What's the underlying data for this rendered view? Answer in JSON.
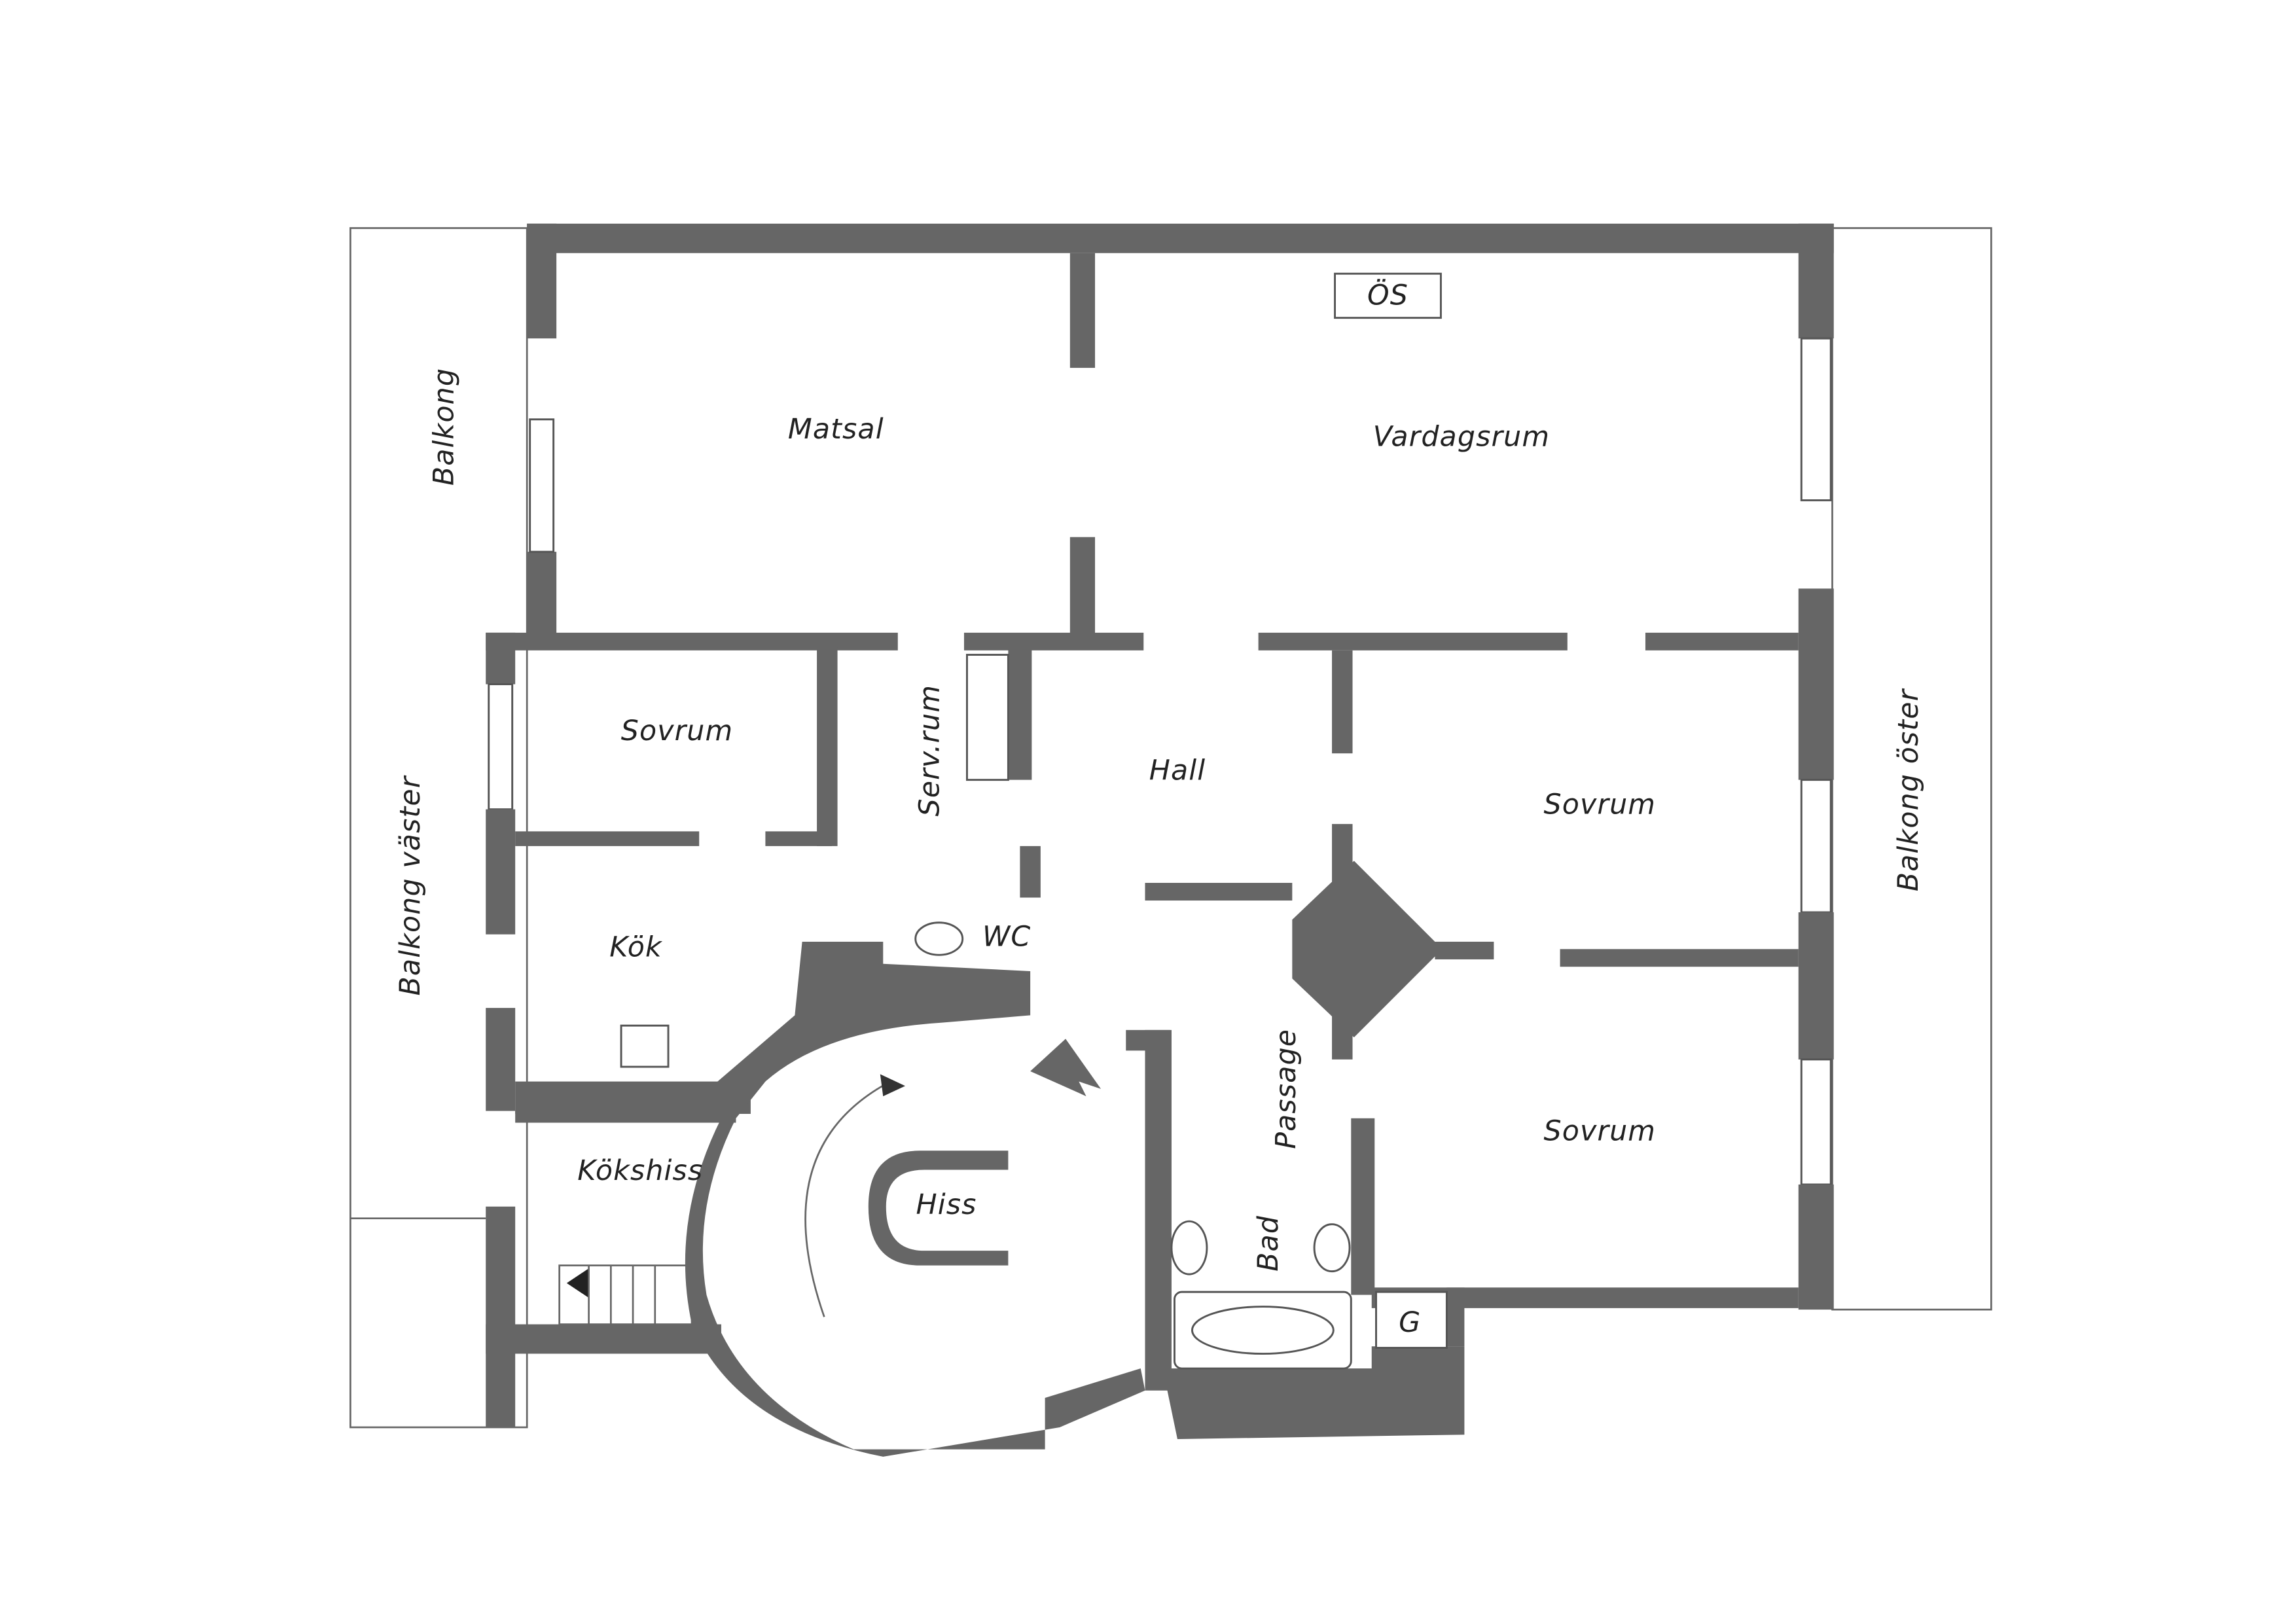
{
  "colors": {
    "wall": "#666666",
    "background": "#ffffff",
    "text": "#222222"
  },
  "labels": {
    "balkong": "Balkong",
    "matsal": "Matsal",
    "vardagsrum": "Vardagsrum",
    "os": "ÖS",
    "sovrum_west": "Sovrum",
    "serv_rum": "Serv.rum",
    "hall": "Hall",
    "sovrum_east": "Sovrum",
    "balkong_oster": "Balkong öster",
    "balkong_vaster": "Balkong väster",
    "kok": "Kök",
    "wc": "WC",
    "passage": "Passage",
    "sovrum_south": "Sovrum",
    "kokshiss": "Kökshiss",
    "hiss": "Hiss",
    "bad": "Bad",
    "g": "G"
  }
}
